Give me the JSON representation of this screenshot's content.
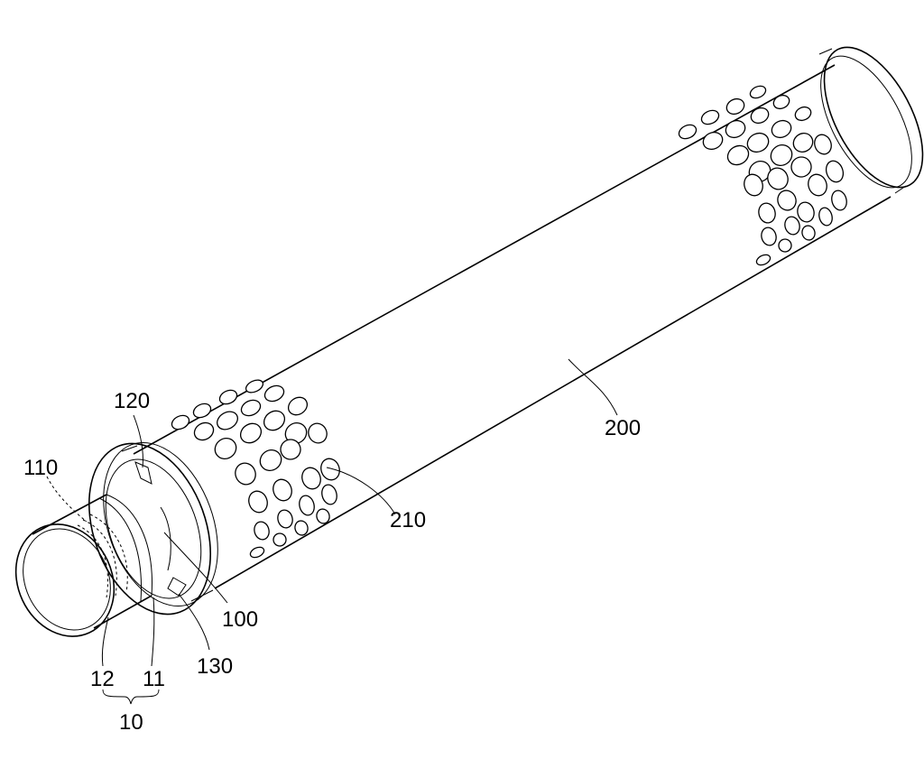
{
  "labels": {
    "l200": "200",
    "l210": "210",
    "l120": "120",
    "l110": "110",
    "l100": "100",
    "l130": "130",
    "l12": "12",
    "l11": "11",
    "l10": "10"
  }
}
